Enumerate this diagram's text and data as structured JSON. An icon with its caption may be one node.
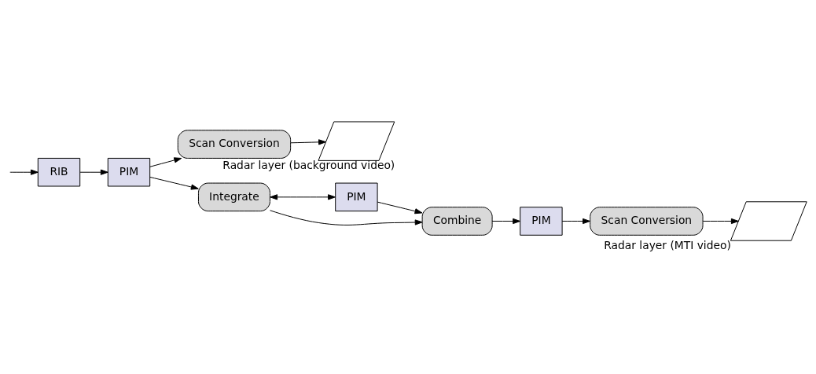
{
  "diagram": {
    "nodes": [
      {
        "text": [
          "RIB"
        ]
      },
      {
        "text": [
          "PIM"
        ]
      },
      {
        "text": [
          "Scan Conversion"
        ]
      },
      {
        "text": [],
        "shape": "parallelogram",
        "beside": [
          "Radar layer (background video)"
        ]
      },
      {
        "text": [
          "Integrate"
        ]
      },
      {
        "text": [
          "PIM"
        ]
      },
      {
        "text": [
          "Combine"
        ]
      },
      {
        "text": [
          "PIM"
        ]
      },
      {
        "text": [
          "Scan Conversion"
        ]
      },
      {
        "text": [],
        "shape": "parallelogram",
        "beside": [
          "Radar layer (MTI video)"
        ]
      }
    ],
    "edges": [
      {
        "from": null,
        "to": 0,
        "arrow": "to"
      },
      {
        "from": 0,
        "to": 1,
        "arrow": "to"
      },
      {
        "from": 1,
        "to": 2,
        "arrow": "to"
      },
      {
        "from": 1,
        "to": 4,
        "arrow": "to"
      },
      {
        "from": 2,
        "to": 3,
        "arrow": "to"
      },
      {
        "from": 4,
        "to": 6,
        "arrow": "to"
      },
      {
        "from": 4,
        "to": 5,
        "arrow": "both"
      },
      {
        "from": 5,
        "to": 6,
        "arrow": "to"
      },
      {
        "from": 6,
        "to": 7,
        "arrow": "to"
      },
      {
        "from": 7,
        "to": 8,
        "arrow": "to"
      },
      {
        "from": 8,
        "to": 9,
        "arrow": "to"
      }
    ]
  }
}
